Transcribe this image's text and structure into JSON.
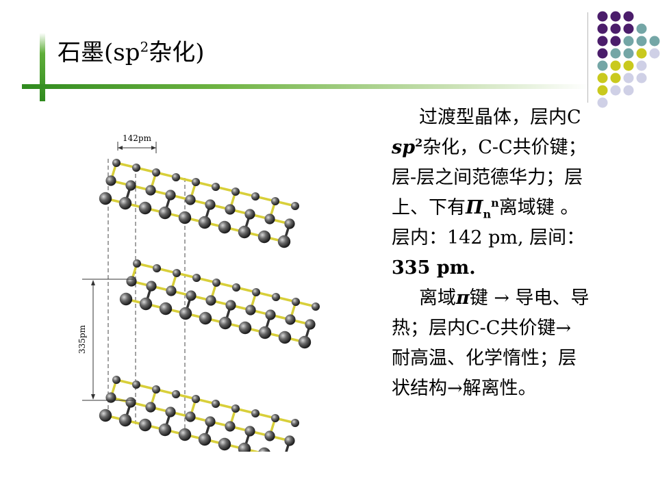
{
  "slide": {
    "title_main": "石墨(sp",
    "title_sup": "2",
    "title_tail": "杂化)"
  },
  "figure": {
    "bond_length_label": "142pm",
    "layer_spacing_label": "335pm"
  },
  "body": {
    "l1": "过渡型晶体，层内C",
    "l2_it": "sp",
    "l2_sup": "2",
    "l2_rest": "杂化，C-C共价键；",
    "l3": "层-层之间范德华力；层",
    "l4_a": "上、下有",
    "l4_pi": "Π",
    "l4_sub": "n",
    "l4_sup": "n",
    "l4_b": "离域键 。",
    "l5": "层内：142 pm, 层间：",
    "l6": "335 pm.",
    "l7_a": "离域",
    "l7_pi": "π",
    "l7_b": "键 → 导电、导",
    "l8": "热；层内C-C共价键→",
    "l9": "耐高温、化学惰性；层",
    "l10": "状结构→解离性。"
  },
  "colors": {
    "title_bar": "#2f8a1e",
    "dot_purple": "#4b1d6b",
    "dot_teal": "#74a6a6",
    "dot_yellow": "#c9c91e",
    "dot_lavender": "#cfd0e6",
    "bond_yellow": "#d8cf3a",
    "bond_dark": "#333333",
    "atom": "#505050"
  }
}
